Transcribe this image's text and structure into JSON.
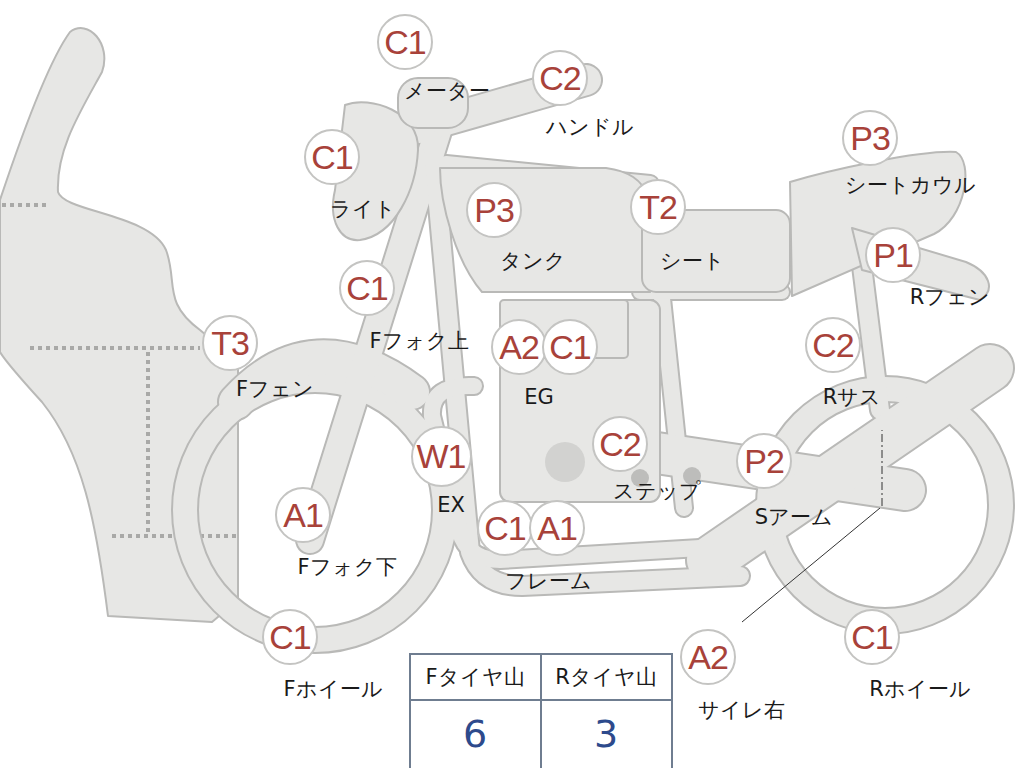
{
  "diagram": {
    "nodes": [
      {
        "text": [
          "C1"
        ]
      },
      {
        "text": [
          "C2"
        ]
      },
      {
        "text": [
          "P3"
        ]
      },
      {
        "text": [
          "C1"
        ]
      },
      {
        "text": [
          "P3"
        ]
      },
      {
        "text": [
          "T2"
        ]
      },
      {
        "text": [
          "P1"
        ]
      },
      {
        "text": [
          "C1"
        ]
      },
      {
        "text": [
          "T3"
        ]
      },
      {
        "text": [
          "A2"
        ]
      },
      {
        "text": [
          "C1"
        ]
      },
      {
        "text": [
          "C2"
        ]
      },
      {
        "text": [
          "C2"
        ]
      },
      {
        "text": [
          "W1"
        ]
      },
      {
        "text": [
          "P2"
        ]
      },
      {
        "text": [
          "A1"
        ]
      },
      {
        "text": [
          "C1"
        ]
      },
      {
        "text": [
          "A1"
        ]
      },
      {
        "text": [
          "C1"
        ]
      },
      {
        "text": [
          "A2"
        ]
      },
      {
        "text": [
          "C1"
        ]
      }
    ],
    "labels": [
      "メーター",
      "ハンドル",
      "シートカウル",
      "ライト",
      "タンク",
      "シート",
      "Rフェン",
      "Fフォク上",
      "Fフェン",
      "EG",
      "Rサス",
      "ステップ",
      "EX",
      "Sアーム",
      "Fフォク下",
      "フレーム",
      "Fホイール",
      "サイレ右",
      "Rホイール",
      "Fタイヤ山",
      "Rタイヤ山",
      "6",
      "3"
    ]
  }
}
